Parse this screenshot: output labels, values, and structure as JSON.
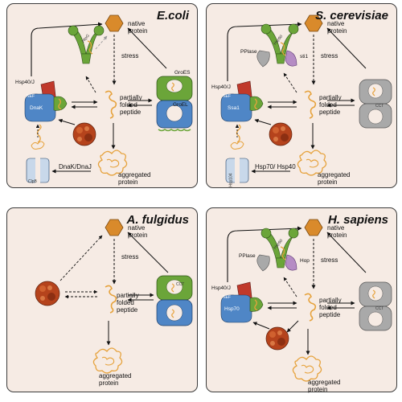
{
  "colors": {
    "panel_bg": "#f6ebe4",
    "native_protein": "#d98a2b",
    "peptide": "#e6a23c",
    "dnak_blue": "#4f86c6",
    "hsp40_red": "#c0392b",
    "nef_purple": "#8a5aa5",
    "green_chaperone": "#6ba539",
    "grey_cct": "#a9a9a9",
    "aggregate_red": "#b5431c",
    "light_blue": "#c8d8ea"
  },
  "panels": {
    "ecoli": {
      "title": "E.coli",
      "native_protein": "native\nprotein",
      "stress": "stress",
      "hsp40": "Hsp40/J",
      "nef": "NEF",
      "dnak": "DnaK",
      "htpg": "HtpG",
      "partially_folded": "partially\nfolded\npeptide",
      "groes": "GroES",
      "groel": "GroEL",
      "aggregated": "aggregated\nprotein",
      "dnak_dnaj": "DnaK/DnaJ",
      "clpb": "ClpB"
    },
    "scer": {
      "title": "S. cerevisiae",
      "native_protein": "native\nprotein",
      "stress": "stress",
      "hsp40": "Hsp40/J",
      "nef": "NEF",
      "ssa1": "Ssa1",
      "pplase": "PPlase",
      "hsp90": "Hsp90",
      "sti1": "sti1",
      "partially_folded": "partially\nfolded\npeptide",
      "cct": "CCT",
      "aggregated": "aggregated\nprotein",
      "hsp70_hsp40": "Hsp70/ Hsp40",
      "hsp104": "Hsp104"
    },
    "aful": {
      "title": "A. fulgidus",
      "native_protein": "native\nprotein",
      "stress": "stress",
      "partially_folded": "partially\nfolded\npeptide",
      "cct": "CCT",
      "aggregated": "aggregated\nprotein"
    },
    "hsap": {
      "title": "H. sapiens",
      "native_protein": "native\nprotein",
      "stress": "stress",
      "hsp40": "Hsp40/J",
      "nef": "NEF",
      "hsp70": "Hsp70",
      "pplase": "PPlase",
      "hsp90": "Hsp90",
      "hop": "Hop",
      "partially_folded": "partially\nfolded\npeptide",
      "cct": "CCT",
      "aggregated": "aggregated\nprotein"
    }
  }
}
